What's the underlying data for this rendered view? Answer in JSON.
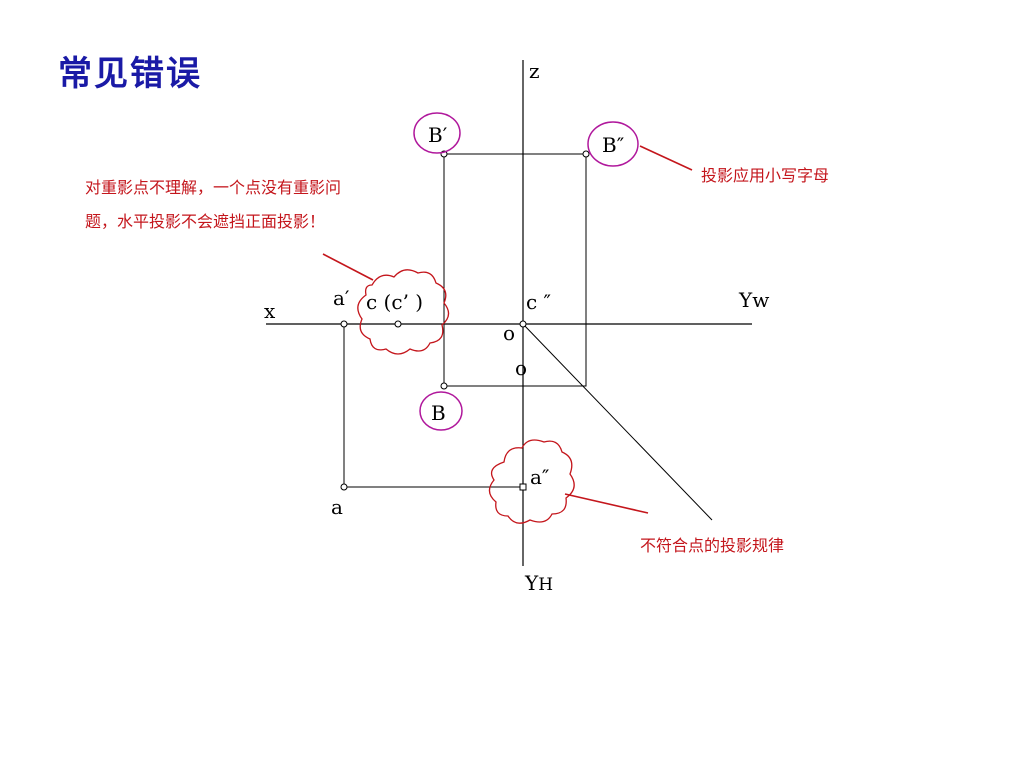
{
  "title": "常见错误",
  "labels": {
    "z": "z",
    "x": "x",
    "yw": "Yw",
    "yh_main": "Y",
    "yh_sub": "H",
    "o_top": "o",
    "o_bottom": "o",
    "a_prime": "a′",
    "c_pair": "c (c’ )",
    "c_double_prime": "c ″",
    "a": "a",
    "a_double_prime": "a″",
    "b_prime": "B′",
    "b_double_prime": "B″",
    "b": "B"
  },
  "notes": {
    "overlap_line1": "对重影点不理解，一个点没有重影问",
    "overlap_line2": "题，水平投影不会遮挡正面投影！",
    "lowercase": "投影应用小写字母",
    "rule": "不符合点的投影规律"
  },
  "colors": {
    "title": "#1a1aa6",
    "annotation": "#c4161c",
    "highlight_ring": "#b0189c"
  }
}
